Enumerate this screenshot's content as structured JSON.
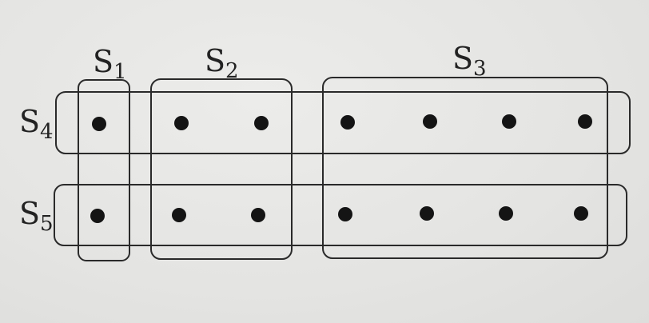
{
  "diagram": {
    "type": "set-system",
    "colors": {
      "background": "#e7e7e5",
      "stroke": "#2a2a2a",
      "dot": "#141414",
      "text": "#222222"
    },
    "sets": [
      {
        "id": "S1",
        "letter": "S",
        "subscript": "1"
      },
      {
        "id": "S2",
        "letter": "S",
        "subscript": "2"
      },
      {
        "id": "S3",
        "letter": "S",
        "subscript": "3"
      },
      {
        "id": "S4",
        "letter": "S",
        "subscript": "4"
      },
      {
        "id": "S5",
        "letter": "S",
        "subscript": "5"
      }
    ],
    "rows": [
      {
        "set": "S4",
        "elements": 7
      },
      {
        "set": "S5",
        "elements": 7
      }
    ],
    "columns": [
      {
        "set": "S1",
        "elements": 1
      },
      {
        "set": "S2",
        "elements": 2
      },
      {
        "set": "S3",
        "elements": 4
      }
    ]
  }
}
